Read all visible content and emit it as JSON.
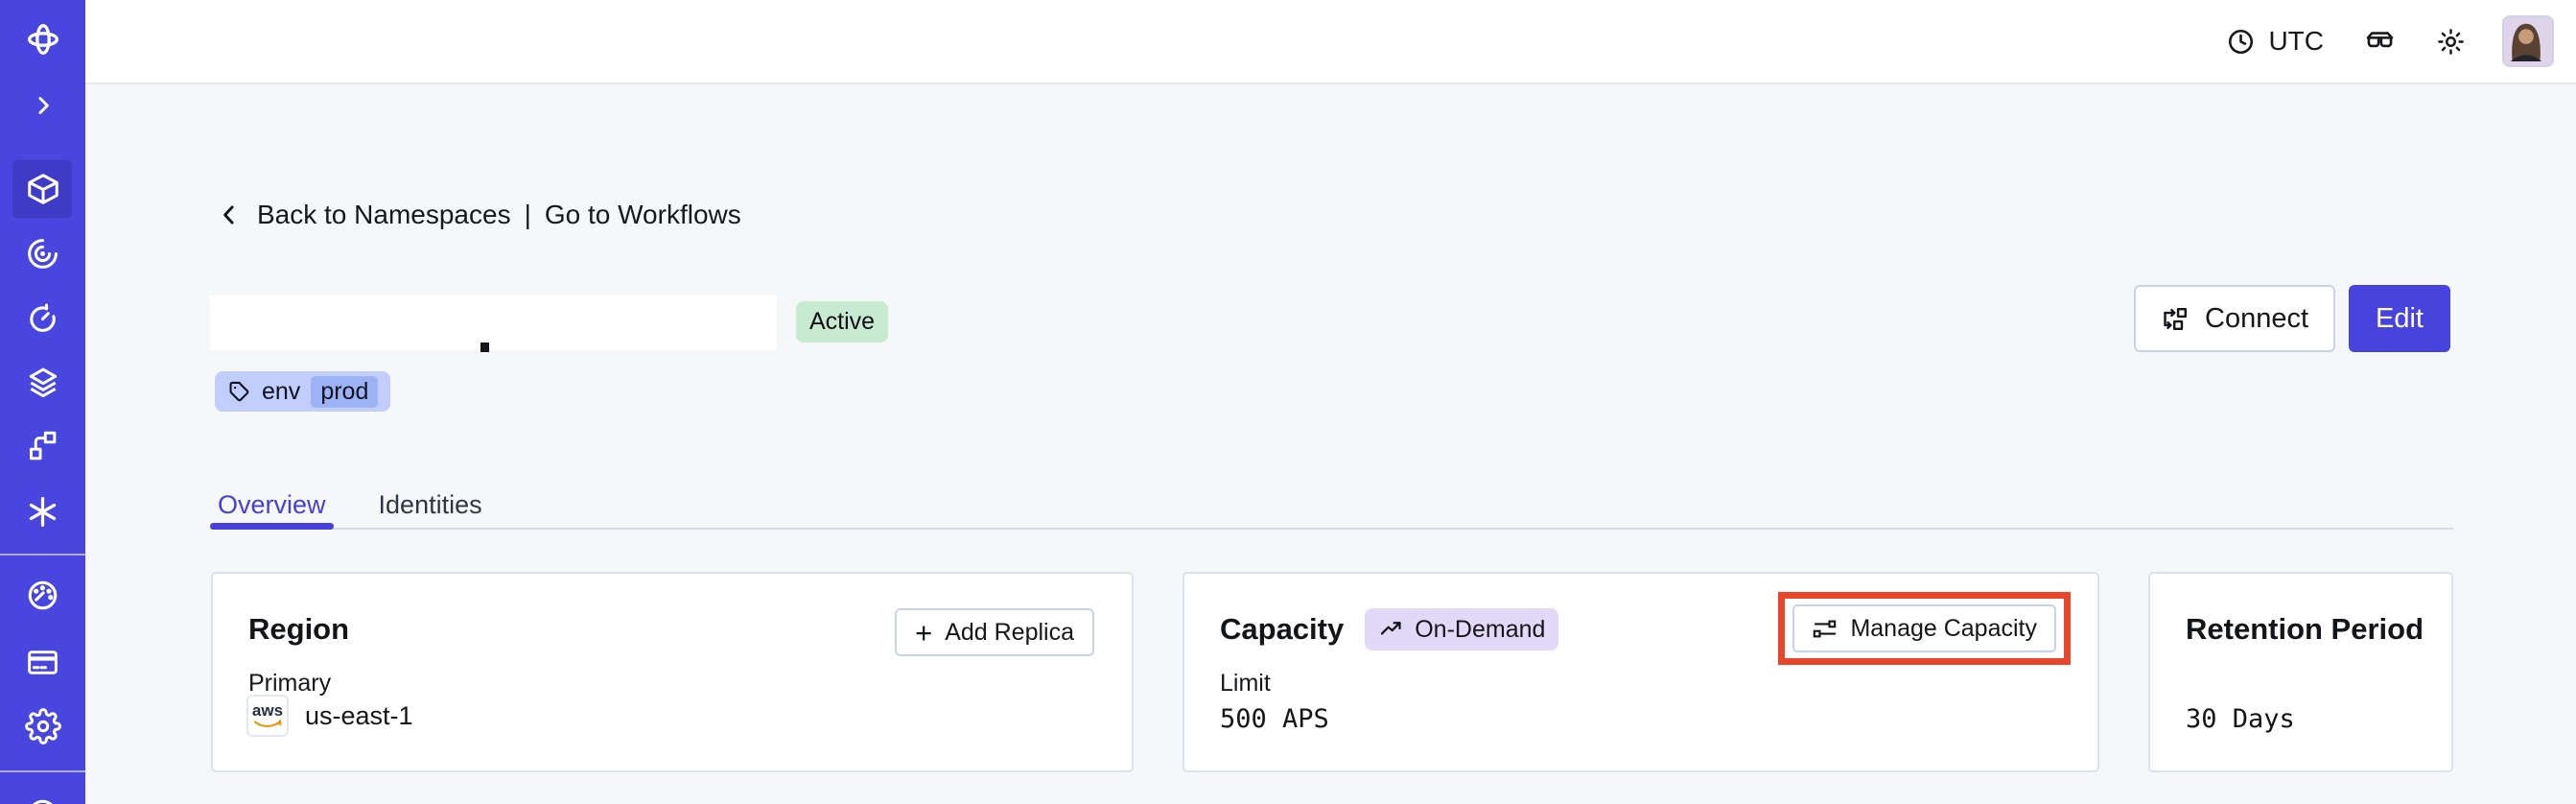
{
  "topbar": {
    "timezone": "UTC"
  },
  "breadcrumb": {
    "back_label": "Back to Namespaces",
    "separator": "|",
    "workflows_label": "Go to Workflows"
  },
  "header": {
    "status": "Active",
    "tag": {
      "key": "env",
      "value": "prod"
    },
    "connect_label": "Connect",
    "edit_label": "Edit"
  },
  "tabs": [
    {
      "label": "Overview",
      "active": true
    },
    {
      "label": "Identities",
      "active": false
    }
  ],
  "cards": {
    "region": {
      "title": "Region",
      "add_button": {
        "icon": "+",
        "label": "Add Replica"
      },
      "primary_label": "Primary",
      "provider": "aws",
      "region_value": "us-east-1"
    },
    "capacity": {
      "title": "Capacity",
      "badge": "On-Demand",
      "manage_label": "Manage Capacity",
      "limit_label": "Limit",
      "limit_value": "500 APS"
    },
    "retention": {
      "title": "Retention Period",
      "value": "30 Days"
    }
  },
  "sidebar": {
    "items": [
      "temporal-logo",
      "collapse-chevron",
      "namespaces",
      "nexus",
      "schedules",
      "deployments",
      "workflows",
      "labs",
      "usage",
      "billing",
      "settings",
      "help"
    ],
    "active_item": "namespaces"
  },
  "colors": {
    "sidebar": "#4946e0",
    "sidebar_active": "#3f3bc7",
    "accent": "#4843dc",
    "active_badge_bg": "#c8ead1",
    "ondemand_badge_bg": "#e2d9f8",
    "tag_bg": "#c1cefb",
    "tag_chip_bg": "#9db3f5",
    "annotation_red": "#e8462b"
  }
}
